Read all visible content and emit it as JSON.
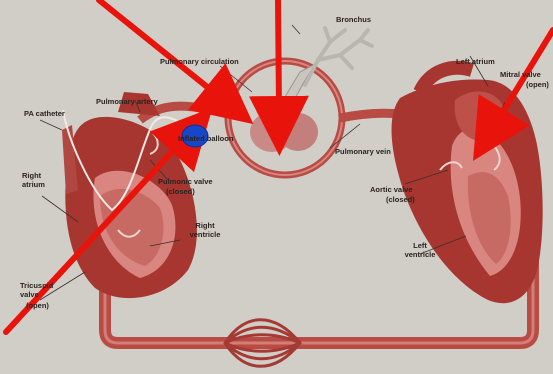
{
  "labels": {
    "bronchus": "Bronchus",
    "pulmonary_circulation": "Pulmonary circulation",
    "left_atrium": "Left atrium",
    "mitral_valve": "Mitral valve",
    "mitral_valve_state": "(open)",
    "pulmonary_artery": "Pulmonary artery",
    "pa_catheter": "PA catheter",
    "inflated_balloon": "Inflated balloon",
    "pulmonary_vein": "Pulmonary vein",
    "right_atrium": "Right atrium",
    "pulmonic_valve": "Pulmonic valve",
    "pulmonic_valve_state": "(closed)",
    "aortic_valve": "Aortic valve",
    "aortic_valve_state": "(closed)",
    "right_ventricle": "Right ventricle",
    "left_ventricle": "Left ventricle",
    "tricuspid_valve": "Tricuspid valve",
    "tricuspid_valve_state": "(open)"
  },
  "colors": {
    "background": "#d4d2cc",
    "vessel": "#b84c45",
    "heart": "#a6362f",
    "heart_inner": "#d98680",
    "lung": "#c98a86",
    "arrow": "#e8140c",
    "marker": "#1746c8"
  },
  "annotations": {
    "red_arrow_count": 4,
    "blue_marker": "balloon-position-dot"
  }
}
